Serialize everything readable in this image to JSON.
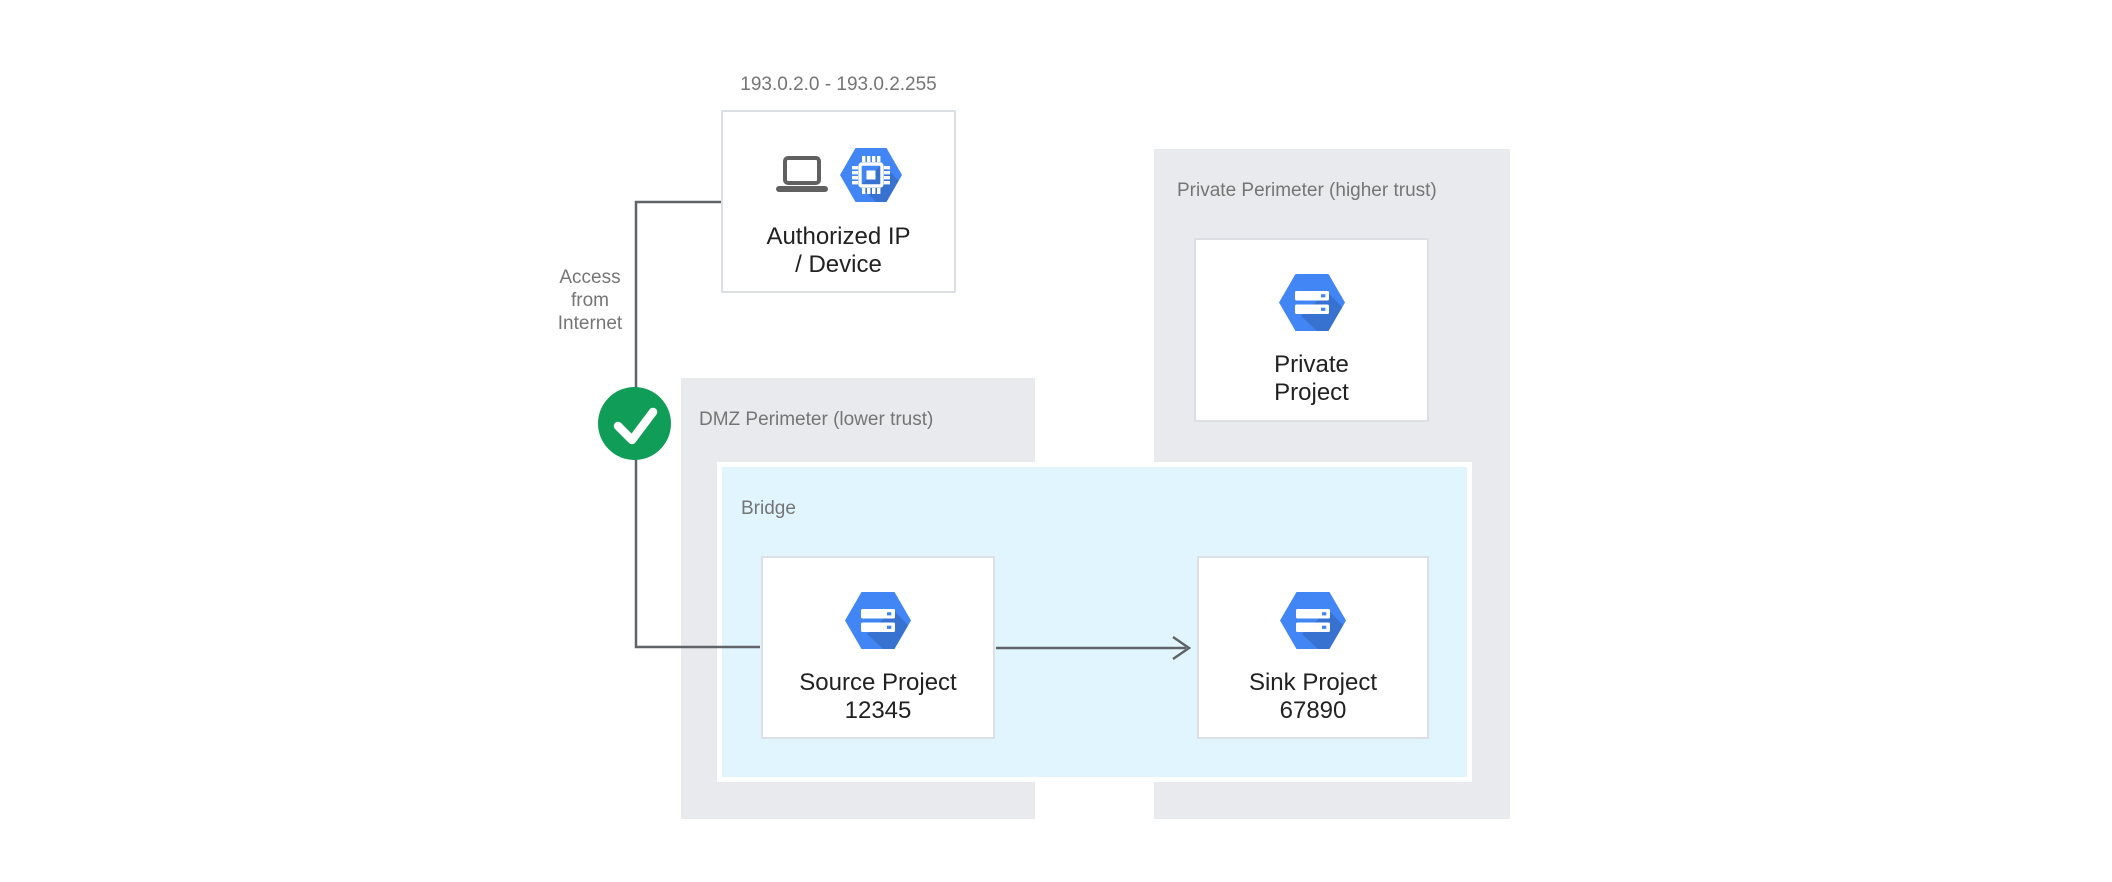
{
  "colors": {
    "background": "#ffffff",
    "perimeter-fill": "#e8eaed",
    "bridge-fill": "#e1f5fe",
    "node-bg": "#ffffff",
    "node-border": "#dcdfe3",
    "label-gray": "#757575",
    "node-text": "#212121",
    "line-gray": "#606368",
    "icon-blue": "#4285f4",
    "icon-gray": "#616161",
    "check-green": "#0f9d58"
  },
  "labels": {
    "ip_range": "193.0.2.0 - 193.0.2.255",
    "access": {
      "line1": "Access",
      "line2": "from",
      "line3": "Internet"
    }
  },
  "zones": {
    "dmz": {
      "label": "DMZ Perimeter (lower trust)"
    },
    "private": {
      "label": "Private Perimeter (higher trust)"
    },
    "bridge": {
      "label": "Bridge"
    }
  },
  "nodes": {
    "authorized": {
      "line1": "Authorized IP",
      "line2": "/ Device",
      "icons": [
        "laptop-icon",
        "compute-hexagon-icon"
      ]
    },
    "source": {
      "line1": "Source Project",
      "line2": "12345",
      "icon": "project-hexagon-icon"
    },
    "sink": {
      "line1": "Sink Project",
      "line2": "67890",
      "icon": "project-hexagon-icon"
    },
    "private_project": {
      "line1": "Private",
      "line2": "Project",
      "icon": "project-hexagon-icon"
    }
  },
  "edges": [
    {
      "from": "authorized-ip-device",
      "to": "source-project",
      "type": "elbow-line",
      "annotation": "Access from Internet",
      "status": "allowed-check"
    },
    {
      "from": "source-project",
      "to": "sink-project",
      "type": "arrow"
    }
  ]
}
